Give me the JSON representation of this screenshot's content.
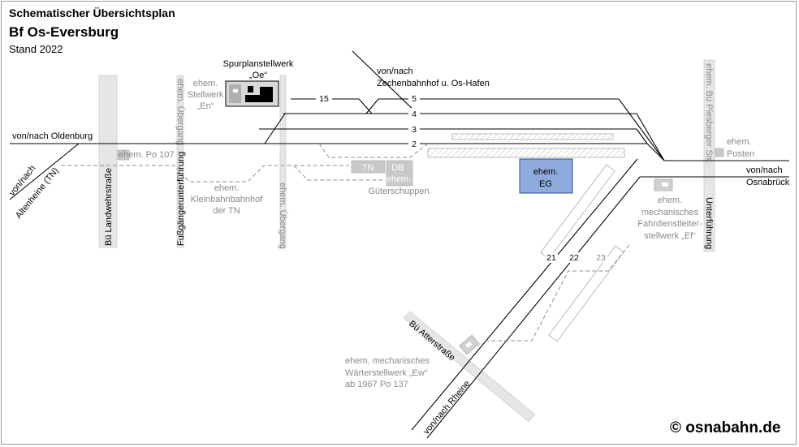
{
  "header": {
    "line1": "Schematischer Übersichtsplan",
    "line2": "Bf Os-Eversburg",
    "line3": "Stand 2022"
  },
  "labels": {
    "spurplan1": "Spurplanstellwerk",
    "spurplan2": "„Oe“",
    "zechen1": "von/nach",
    "zechen2": "Zechenbahnhof u. Os-Hafen",
    "oldenburg": "von/nach Oldenburg",
    "altenheine1": "von/nach",
    "altenheine2": "Altenheine (TN)",
    "osnabrueck1": "von/nach",
    "osnabrueck2": "Osnabrück",
    "rheine": "von/nach Rheine",
    "landwehr": "Bü Landwehrstraße",
    "fuss": "Fußgängerunterführung",
    "uebergang1": "ehem. Übergang",
    "uebergang2": "ehem. Übergang",
    "piesberger": "ehem. Bü Piesberger Str.",
    "unterfuehrung": "Unterführung",
    "atterstrasse": "Bü Atterstraße",
    "stellwerk_en1": "ehem.",
    "stellwerk_en2": "Stellwerk",
    "stellwerk_en3": "„En“",
    "po107": "ehem. Po 107",
    "kleinbahn1": "ehem.",
    "kleinbahn2": "Kleinbahnbahnhof",
    "kleinbahn3": "der TN",
    "gueter1": "ehem.",
    "gueter2": "Güterschuppen",
    "tn": "TN",
    "db": "DB",
    "eg1": "ehem.",
    "eg2": "EG",
    "posten1": "ehem.",
    "posten2": "Posten",
    "ef1": "ehem.",
    "ef2": "mechanisches",
    "ef3": "Fahrdienstleiter-",
    "ef4": "stellwerk „Ef“",
    "ew1": "ehem. mechanisches",
    "ew2": "Wärterstellwerk „Ew“",
    "ew3": "ab 1967 Po 137",
    "copyright": "© osnabahn.de"
  },
  "tracks": {
    "t15": "15",
    "t5": "5",
    "t4": "4",
    "t3": "3",
    "t2": "2",
    "t21": "21",
    "t22": "22",
    "t23": "23"
  },
  "colors": {
    "station_building": "#8faadc",
    "track": "#000000",
    "former": "#8f8f8f",
    "road": "#e6e6e6"
  }
}
